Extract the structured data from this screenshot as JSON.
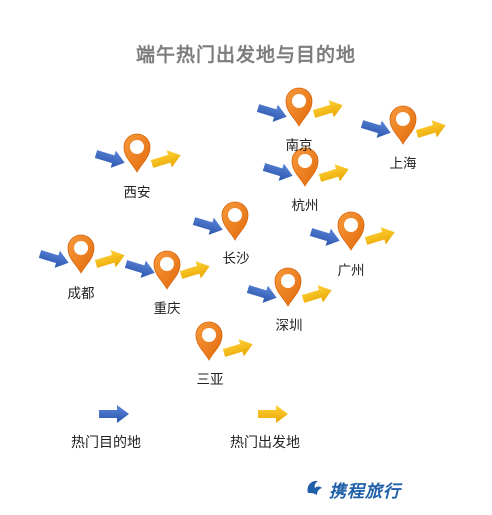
{
  "title": "端午热门出发地与目的地",
  "cities": [
    {
      "name": "南京"
    },
    {
      "name": "上海"
    },
    {
      "name": "西安"
    },
    {
      "name": "杭州"
    },
    {
      "name": "长沙"
    },
    {
      "name": "广州"
    },
    {
      "name": "成都"
    },
    {
      "name": "重庆"
    },
    {
      "name": "深圳"
    },
    {
      "name": "三亚"
    }
  ],
  "legend": {
    "blue_label": "热门目的地",
    "orange_label": "热门出发地"
  },
  "brand": {
    "name": "携程旅行"
  },
  "colors": {
    "title": "#7d7d7d",
    "blue_arrow": "#3a67c2",
    "orange_arrow": "#f2b400",
    "pin": "#f07d1a",
    "brand": "#1f5fa8"
  },
  "icons": [
    "map-pin-icon",
    "arrow-right-icon",
    "ctrip-dolphin-icon"
  ]
}
